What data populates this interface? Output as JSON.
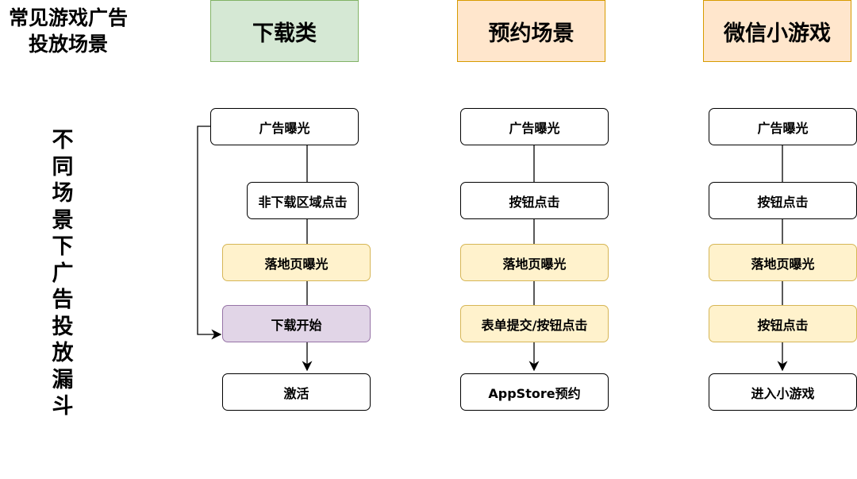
{
  "title": "常见游戏广告投放场景",
  "side_label": "不同场景下广告投放漏斗",
  "columns": [
    {
      "header": "下载类",
      "steps": [
        "广告曝光",
        "非下载区域点击",
        "落地页曝光",
        "下载开始",
        "激活"
      ]
    },
    {
      "header": "预约场景",
      "steps": [
        "广告曝光",
        "按钮点击",
        "落地页曝光",
        "表单提交/按钮点击",
        "AppStore预约"
      ]
    },
    {
      "header": "微信小游戏",
      "steps": [
        "广告曝光",
        "按钮点击",
        "落地页曝光",
        "按钮点击",
        "进入小游戏"
      ]
    }
  ],
  "colors": {
    "green": "#d5e8d4",
    "orange": "#ffe6cc",
    "yellow": "#fff2cc",
    "purple": "#e1d5e7"
  }
}
